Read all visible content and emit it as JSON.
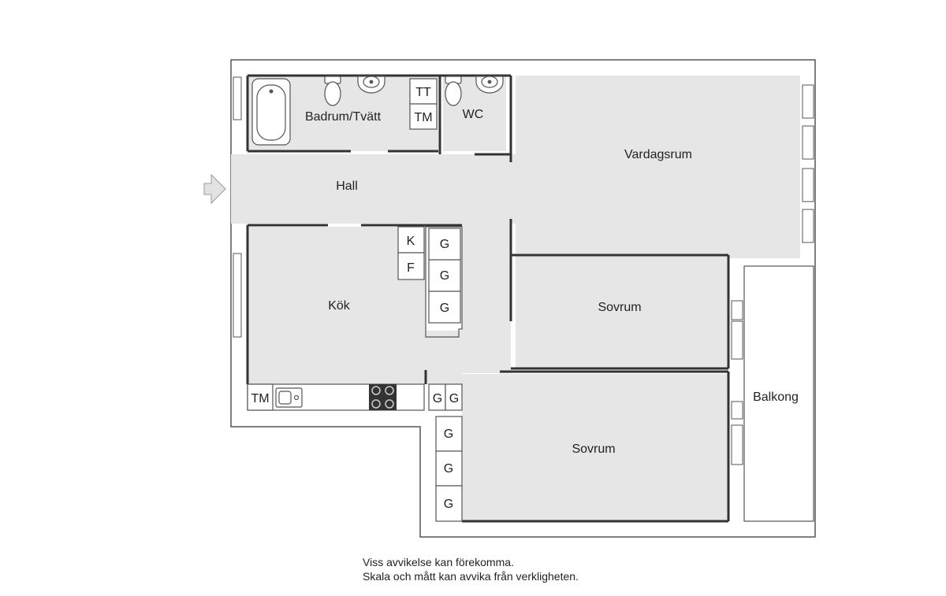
{
  "rooms": {
    "bathroom": "Badrum/Tvätt",
    "wc": "WC",
    "living": "Vardagsrum",
    "hall": "Hall",
    "kitchen": "Kök",
    "bedroom_1": "Sovrum",
    "bedroom_2": "Sovrum",
    "balcony": "Balkong"
  },
  "fixtures": {
    "tumble_dryer": "TT",
    "washer_bath": "TM",
    "freezer": "K",
    "fridge": "F",
    "dishwasher": "TM",
    "wardrobe": "G"
  },
  "colors": {
    "floor": "#e6e6e6",
    "wall": "#333333",
    "outline": "#555555"
  },
  "footer": {
    "line1": "Viss avvikelse kan förekomma.",
    "line2": "Skala och mått kan avvika från verkligheten."
  }
}
